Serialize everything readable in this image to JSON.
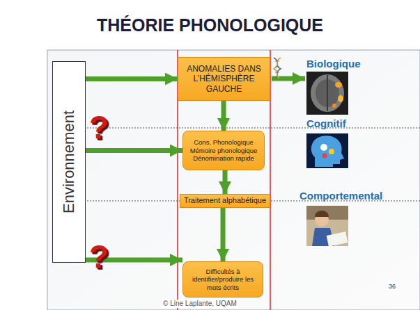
{
  "diagram": {
    "title": "THÉORIE PHONOLOGIQUE",
    "nodes": [
      {
        "text": [
          "ANOMALIES DANS L’HÉMISPHÈRE GAUCHE"
        ]
      },
      {
        "text": [
          "Cons. Phonologique Mémoire phonologique Dénomination rapide"
        ]
      },
      {
        "text": [
          "Traitement alphabétique"
        ]
      },
      {
        "text": [
          "Difficultés à identifier/produire les mots écrits"
        ]
      },
      {
        "text": [
          "Environnement"
        ]
      }
    ],
    "edges": [
      {
        "from": 4,
        "to": 0,
        "arrow": "to"
      },
      {
        "from": 4,
        "to": 1,
        "arrow": "to"
      },
      {
        "from": 4,
        "to": 3,
        "arrow": "to"
      },
      {
        "from": 0,
        "to": 1,
        "arrow": "to"
      },
      {
        "from": 1,
        "to": 2,
        "arrow": "to"
      },
      {
        "from": 2,
        "to": 3,
        "arrow": "to"
      }
    ],
    "labels": [
      "Biologique",
      "Cognitif",
      "Comportemental",
      "?",
      "?",
      "36",
      "© Line Laplante, UQAM"
    ]
  }
}
